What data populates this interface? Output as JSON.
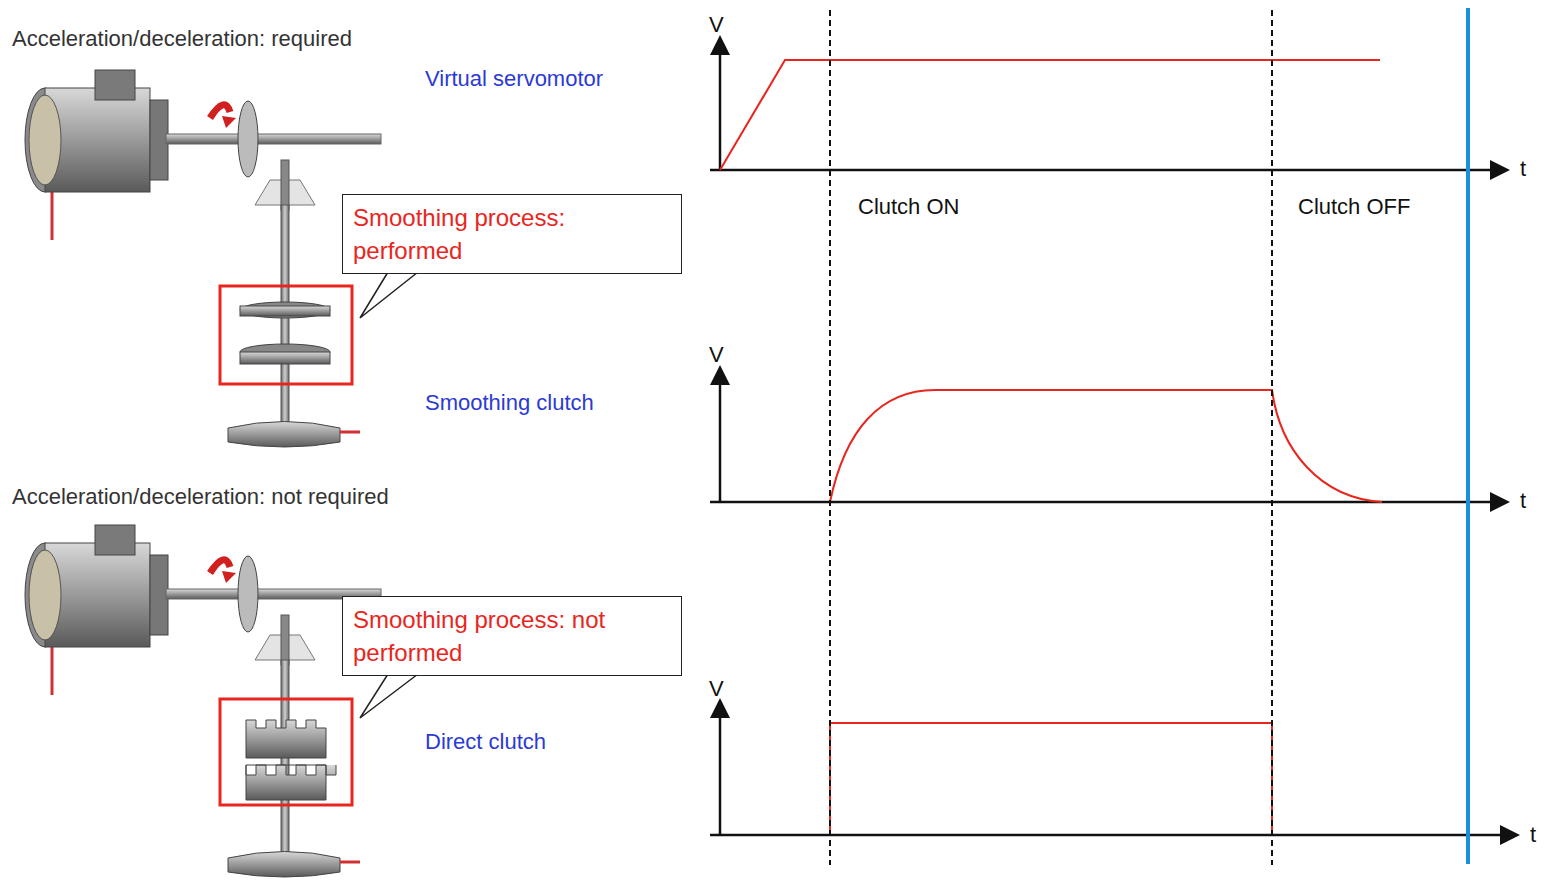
{
  "diagram": {
    "nodes": [
      {
        "text": [
          "Smoothing process: performed"
        ]
      },
      {
        "text": [
          "Smoothing process: not performed"
        ]
      }
    ],
    "labels": [
      "Acceleration/deceleration: required",
      "Virtual servomotor",
      "Smoothing clutch",
      "Acceleration/deceleration: not required",
      "Direct clutch",
      "V",
      "t",
      "Clutch ON",
      "Clutch OFF",
      "V",
      "t",
      "V",
      "t"
    ]
  }
}
